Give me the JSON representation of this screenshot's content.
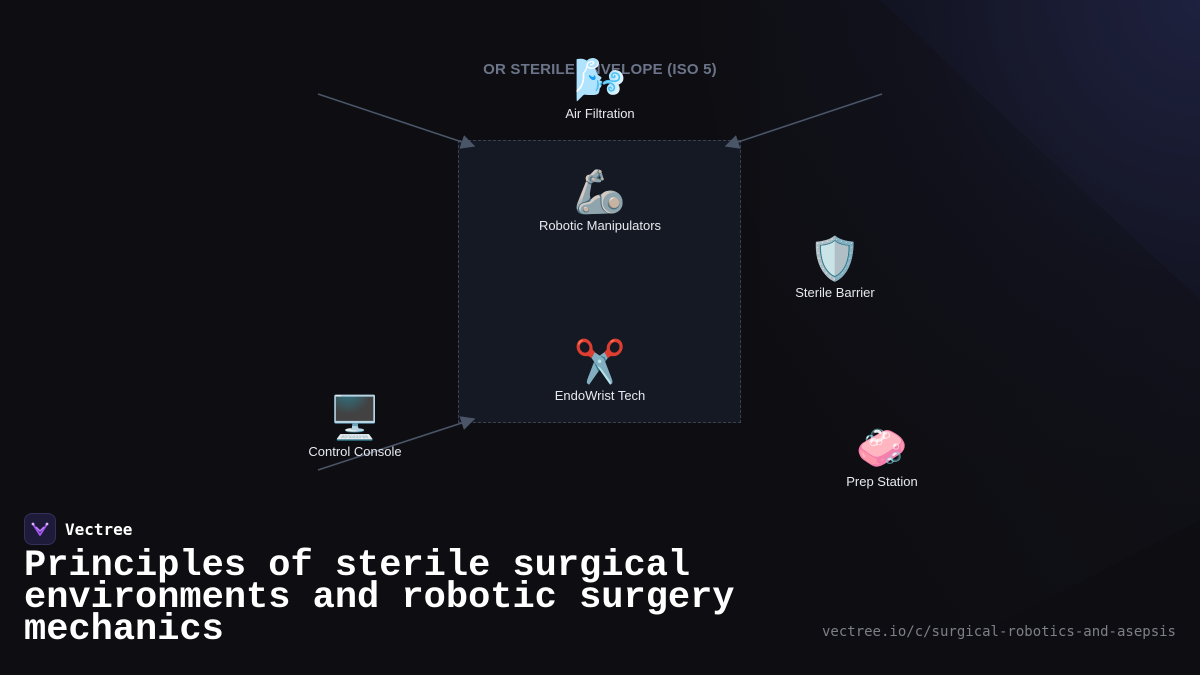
{
  "diagram": {
    "envelope_label": "OR STERILE ENVELOPE (ISO 5)",
    "nodes": [
      {
        "id": "air-filtration",
        "icon": "wind-face-icon",
        "glyph": "🌬️",
        "label": "Air Filtration"
      },
      {
        "id": "robotic-manipulators",
        "icon": "mechanical-arm-icon",
        "glyph": "🦾",
        "label": "Robotic Manipulators"
      },
      {
        "id": "sterile-barrier",
        "icon": "shield-icon",
        "glyph": "🛡️",
        "label": "Sterile Barrier"
      },
      {
        "id": "endowrist-tech",
        "icon": "scissors-icon",
        "glyph": "✂️",
        "label": "EndoWrist Tech"
      },
      {
        "id": "control-console",
        "icon": "desktop-computer-icon",
        "glyph": "🖥️",
        "label": "Control Console"
      },
      {
        "id": "prep-station",
        "icon": "soap-icon",
        "glyph": "🧼",
        "label": "Prep Station"
      }
    ]
  },
  "footer": {
    "brand_name": "Vectree",
    "title": "Principles of sterile surgical environments and robotic surgery mechanics",
    "url": "vectree.io/c/surgical-robotics-and-asepsis"
  },
  "colors": {
    "background": "#0e0e12",
    "connector": "#4a5568",
    "brand_accent": "#a855f7"
  }
}
